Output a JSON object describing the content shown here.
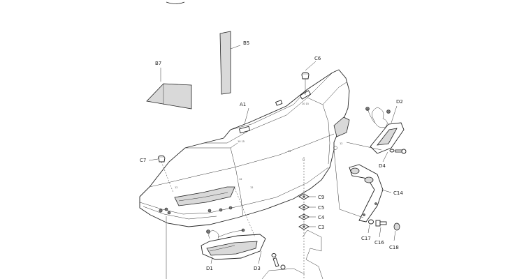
{
  "labels": {
    "B5": "B5",
    "B7": "B7",
    "C6": "C6",
    "A1": "A1",
    "D2": "D2",
    "D4": "D4",
    "C7": "C7",
    "C9": "C9",
    "C5": "C5",
    "C4": "C4",
    "C3": "C3",
    "C14": "C14",
    "C17": "C17",
    "C16": "C16",
    "C18": "C18",
    "D1": "D1",
    "D3": "D3"
  },
  "small_marks": {
    "m1": "12",
    "m2": "12",
    "m3": "10  15",
    "m4": "10  15",
    "m5": "12",
    "m6": "12",
    "m7": "12"
  }
}
